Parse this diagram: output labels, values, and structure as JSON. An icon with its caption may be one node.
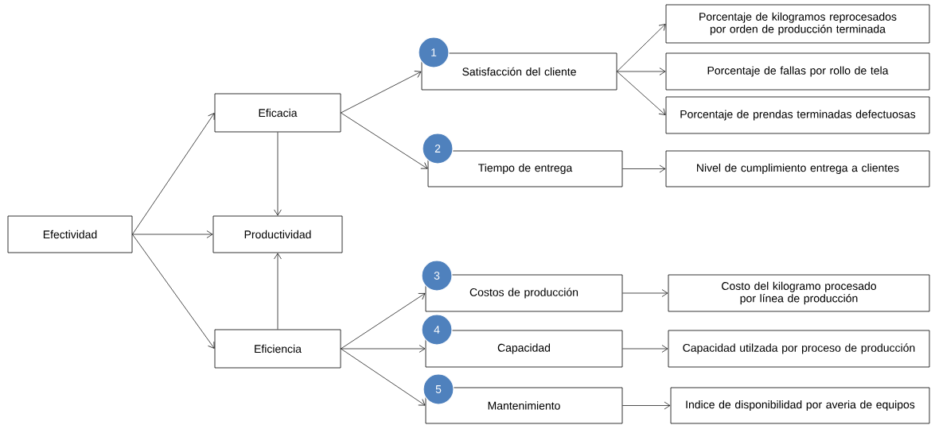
{
  "diagram": {
    "nodes": [
      {
        "text": [
          "Efectividad"
        ]
      },
      {
        "text": [
          "Eficacia"
        ]
      },
      {
        "text": [
          "Productividad"
        ]
      },
      {
        "text": [
          "Eficiencia"
        ]
      },
      {
        "text": [
          "Satisfacción del cliente"
        ]
      },
      {
        "text": [
          "1"
        ]
      },
      {
        "text": [
          "Tiempo de entrega"
        ]
      },
      {
        "text": [
          "2"
        ]
      },
      {
        "text": [
          "Costos de producción"
        ]
      },
      {
        "text": [
          "3"
        ]
      },
      {
        "text": [
          "Capacidad"
        ]
      },
      {
        "text": [
          "4"
        ]
      },
      {
        "text": [
          "Mantenimiento"
        ]
      },
      {
        "text": [
          "5"
        ]
      },
      {
        "text": [
          "Porcentaje de kilogramos reprocesados por orden de producción terminada"
        ]
      },
      {
        "text": [
          "Porcentaje de fallas por rollo de tela"
        ]
      },
      {
        "text": [
          "Porcentaje de prendas terminadas defectuosas"
        ]
      },
      {
        "text": [
          "Nivel de cumplimiento entrega a clientes"
        ]
      },
      {
        "text": [
          "Costo del kilogramo procesado por línea de producción"
        ]
      },
      {
        "text": [
          "Capacidad utilzada  por proceso de producción"
        ]
      },
      {
        "text": [
          "Indice de disponibilidad por averia de equipos"
        ]
      }
    ],
    "edges": [
      {
        "from": 0,
        "to": 1,
        "arrow": "to"
      },
      {
        "from": 0,
        "to": 2,
        "arrow": "to"
      },
      {
        "from": 0,
        "to": 3,
        "arrow": "to"
      },
      {
        "from": 1,
        "to": 2,
        "arrow": "to"
      },
      {
        "from": 3,
        "to": 2,
        "arrow": "to"
      },
      {
        "from": 1,
        "to": 4,
        "arrow": "to"
      },
      {
        "from": 1,
        "to": 6,
        "arrow": "to"
      },
      {
        "from": 3,
        "to": 8,
        "arrow": "to"
      },
      {
        "from": 3,
        "to": 10,
        "arrow": "to"
      },
      {
        "from": 3,
        "to": 12,
        "arrow": "to"
      },
      {
        "from": 4,
        "to": 14,
        "arrow": "to"
      },
      {
        "from": 4,
        "to": 15,
        "arrow": "to"
      },
      {
        "from": 4,
        "to": 16,
        "arrow": "to"
      },
      {
        "from": 6,
        "to": 17,
        "arrow": "to"
      },
      {
        "from": 8,
        "to": 18,
        "arrow": "to"
      },
      {
        "from": 10,
        "to": 19,
        "arrow": "to"
      },
      {
        "from": 12,
        "to": 20,
        "arrow": "to"
      }
    ]
  }
}
